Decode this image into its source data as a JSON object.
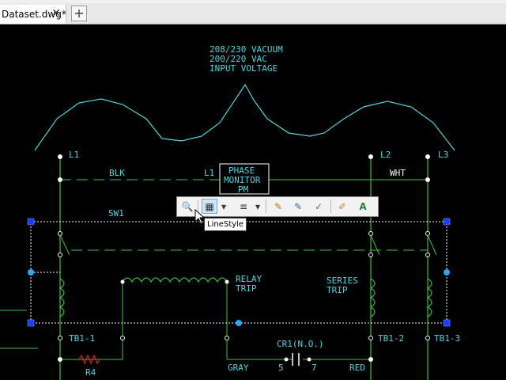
{
  "window": {
    "tab_label": "Dataset.dwg*",
    "close_glyph": "✕",
    "new_tab_glyph": "+"
  },
  "drawing": {
    "title_lines": [
      "208/230 VACUUM",
      "200/220 VAC",
      "INPUT VOLTAGE"
    ],
    "phase_box_lines": [
      "PHASE",
      "MONITOR",
      "PM"
    ],
    "labels": {
      "l1_top": "L1",
      "l1_mid": "L1",
      "l2": "L2",
      "l3": "L3",
      "blk": "BLK",
      "wht": "WHT",
      "sw1": "SW1",
      "relay_trip_1": "RELAY",
      "relay_trip_2": "TRIP",
      "series_trip_1": "SERIES",
      "series_trip_2": "TRIP",
      "tb1_1": "TB1-1",
      "tb1_2": "TB1-2",
      "tb1_3": "TB1-3",
      "cr1": "CR1(N.O.)",
      "r4": "R4",
      "gray": "GRAY",
      "red": "RED",
      "pin5": "5",
      "pin7": "7"
    }
  },
  "toolbar": {
    "buttons": [
      {
        "name": "zoom-icon",
        "glyph": "🔍"
      },
      {
        "name": "linestyle-icon",
        "glyph": "▦"
      },
      {
        "name": "linestyle-dropdown-icon",
        "glyph": "▾"
      },
      {
        "name": "lineweight-icon",
        "glyph": "≡"
      },
      {
        "name": "lineweight-dropdown-icon",
        "glyph": "▾"
      },
      {
        "name": "edit-tool-1-icon",
        "glyph": "✎"
      },
      {
        "name": "edit-tool-2-icon",
        "glyph": "✎"
      },
      {
        "name": "edit-tool-3-icon",
        "glyph": "✓"
      },
      {
        "name": "edit-tool-4-icon",
        "glyph": "✐"
      },
      {
        "name": "text-tool-icon",
        "glyph": "A"
      }
    ],
    "tooltip": "LineStyle"
  },
  "colors": {
    "cyan": "#4fd6e0",
    "green": "#3fbf3f",
    "white": "#ffffff",
    "red": "#e02020",
    "grip": "#1a3cff"
  }
}
